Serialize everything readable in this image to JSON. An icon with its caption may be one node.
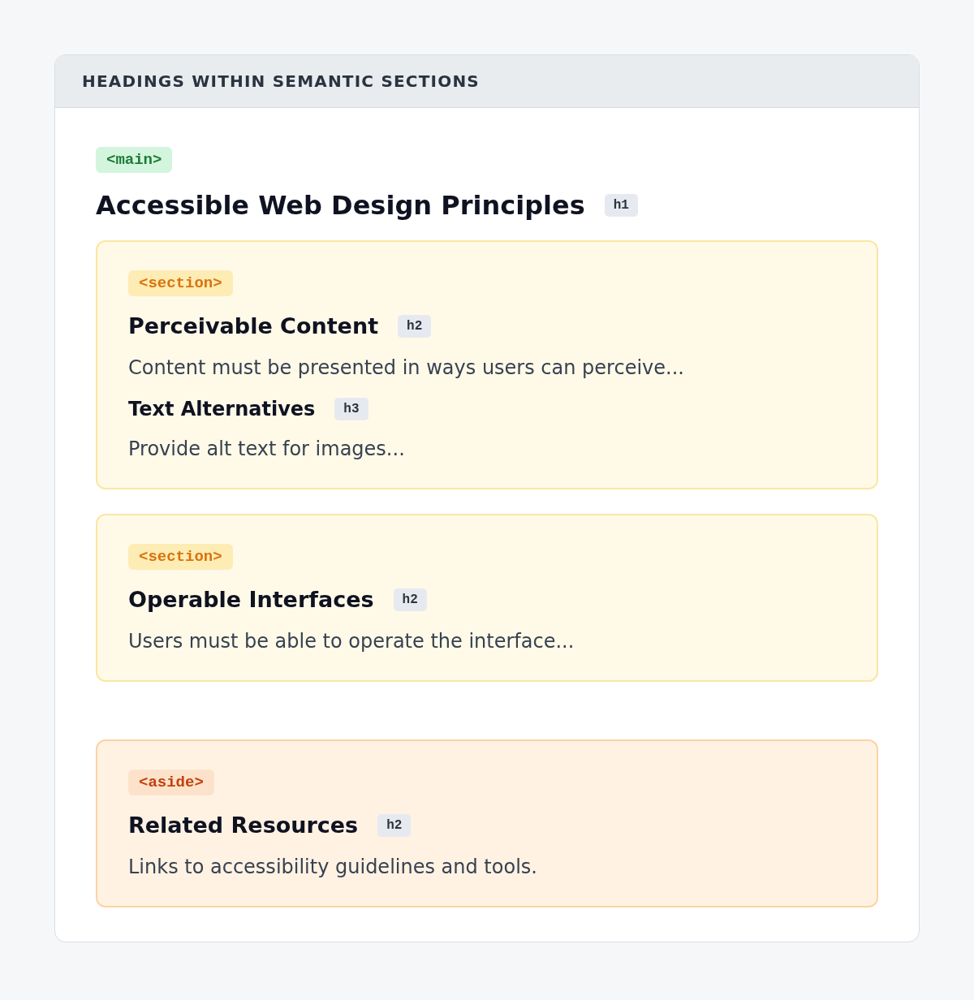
{
  "diagram": {
    "nodes": [
      {
        "text": [
          "HEADINGS WITHIN SEMANTIC SECTIONS",
          "Accessible Web Design Principles"
        ]
      },
      {
        "text": [
          "<main>"
        ],
        "in": 0
      },
      {
        "text": [
          "h1"
        ],
        "in": 0
      },
      {
        "text": [
          "Perceivable Content",
          "Content must be presented in ways users can perceive...",
          "Text Alternatives",
          "Provide alt text for images..."
        ],
        "in": 0
      },
      {
        "text": [
          "<section>"
        ],
        "in": 3
      },
      {
        "text": [
          "h2"
        ],
        "in": 3
      },
      {
        "text": [
          "h3"
        ],
        "in": 3
      },
      {
        "text": [
          "Operable Interfaces",
          "Users must be able to operate the interface..."
        ],
        "in": 0
      },
      {
        "text": [
          "<section>"
        ],
        "in": 7
      },
      {
        "text": [
          "h2"
        ],
        "in": 7
      },
      {
        "text": [
          "Related Resources",
          "Links to accessibility guidelines and tools."
        ],
        "in": 0
      },
      {
        "text": [
          "<aside>"
        ],
        "in": 10
      },
      {
        "text": [
          "h2"
        ],
        "in": 10
      }
    ]
  }
}
